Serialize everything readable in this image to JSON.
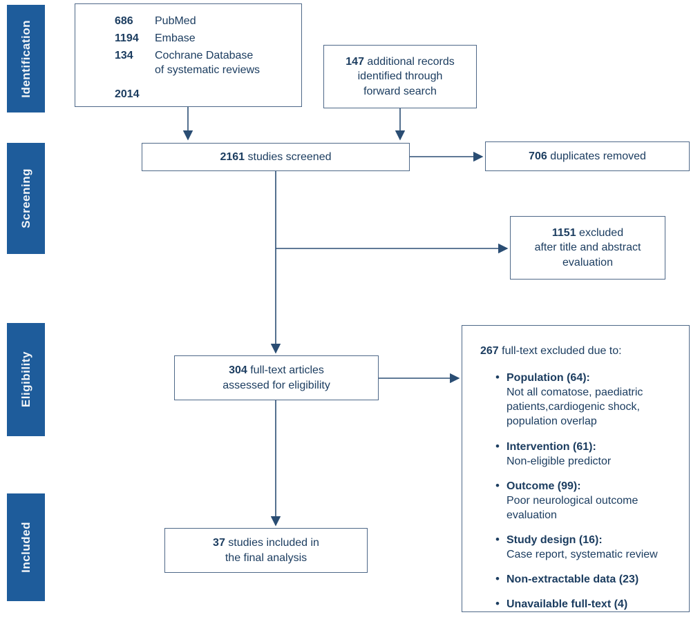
{
  "colors": {
    "stage_bar_blue": "#1e5c9b",
    "box_border": "#4d6787",
    "text_navy": "#1c3d60",
    "connector": "#2a4d73"
  },
  "stages": [
    {
      "label": "Identification"
    },
    {
      "label": "Screening"
    },
    {
      "label": "Eligibility"
    },
    {
      "label": "Included"
    }
  ],
  "boxes": {
    "databases": {
      "rows": [
        {
          "count": "686",
          "label": "PubMed"
        },
        {
          "count": "1194",
          "label": "Embase"
        },
        {
          "count": "134",
          "label": "Cochrane Database\nof systematic reviews"
        },
        {
          "count": "2014",
          "label": ""
        }
      ]
    },
    "forward_search": {
      "count": "147",
      "text": "additional records\nidentified through\nforward search"
    },
    "screened": {
      "count": "2161",
      "text": "studies screened"
    },
    "duplicates": {
      "count": "706",
      "text": "duplicates removed"
    },
    "title_abstract": {
      "count": "1151",
      "text": "excluded\nafter title and abstract\nevaluation"
    },
    "full_text": {
      "count": "304",
      "text": "full-text articles\nassessed for eligibility"
    },
    "included": {
      "count": "37",
      "text": "studies included in\nthe final analysis"
    },
    "excluded": {
      "heading_count": "267",
      "heading_text": "full-text excluded due to:",
      "items": [
        {
          "title": "Population (64):",
          "desc": "Not all comatose, paediatric\npatients,cardiogenic shock,\npopulation overlap"
        },
        {
          "title": "Intervention (61):",
          "desc": "Non-eligible predictor"
        },
        {
          "title": "Outcome (99):",
          "desc": "Poor neurological outcome\nevaluation"
        },
        {
          "title": "Study design (16):",
          "desc": "Case report, systematic review"
        },
        {
          "title": "Non-extractable data (23)",
          "desc": ""
        },
        {
          "title": "Unavailable full-text (4)",
          "desc": ""
        }
      ]
    }
  }
}
